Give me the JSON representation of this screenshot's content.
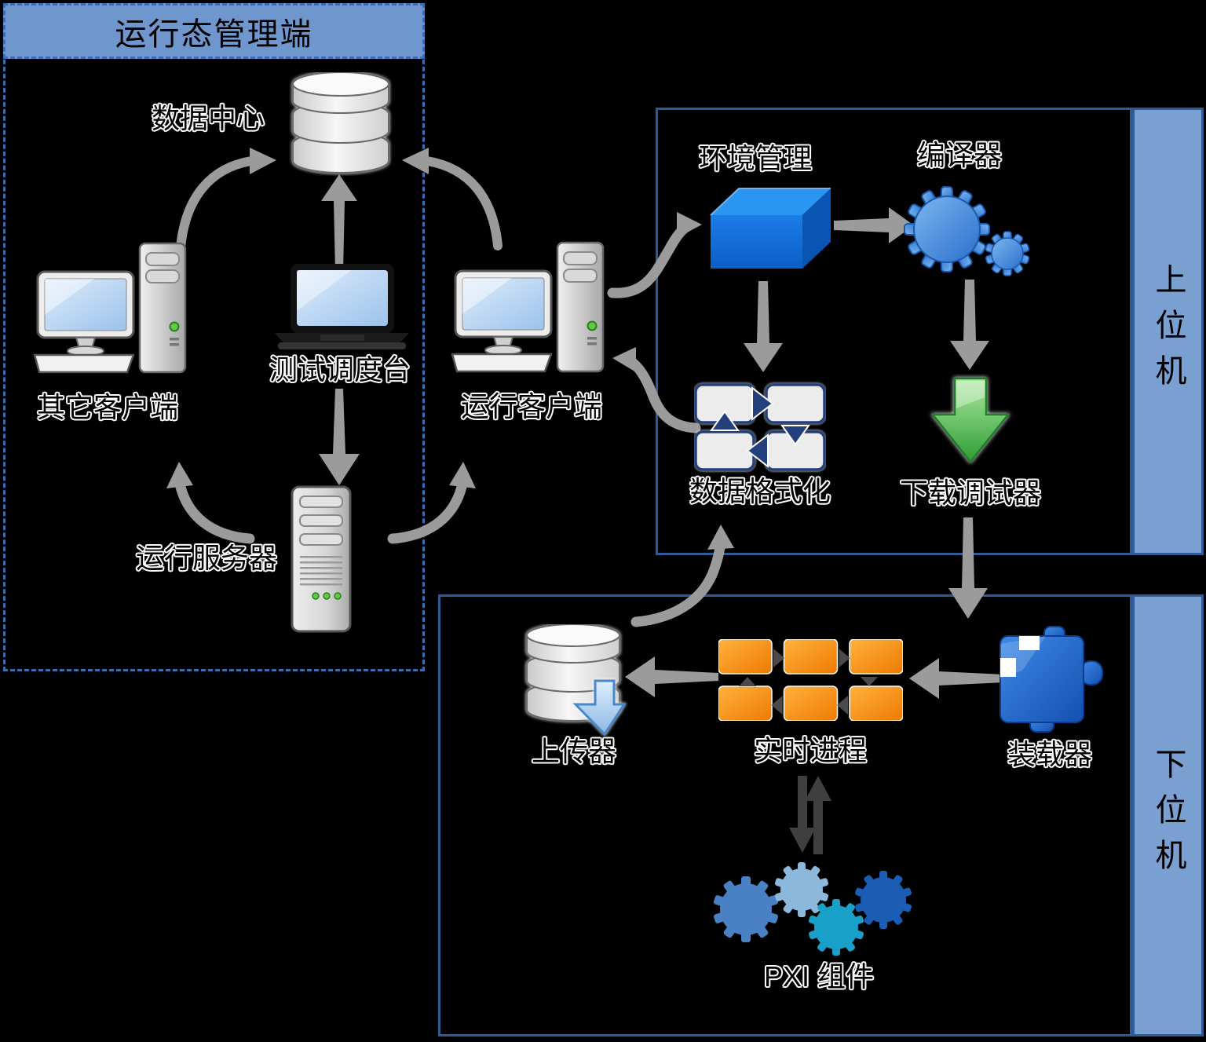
{
  "diagram": {
    "header": {
      "title": "运行态管理端"
    },
    "sidebars": {
      "upper": "上位机",
      "lower": "下位机"
    },
    "nodes": {
      "data_center": "数据中心",
      "other_client": "其它客户端",
      "test_console": "测试调度台",
      "run_server": "运行服务器",
      "run_client": "运行客户端",
      "env_mgmt": "环境管理",
      "compiler": "编译器",
      "data_fmt": "数据格式化",
      "downloader": "下载调试器",
      "uploader": "上传器",
      "rt_process": "实时进程",
      "loader": "装载器",
      "pxi": "PXI 组件"
    },
    "icons": {
      "data_center": "database-icon",
      "other_client": "desktop-computer-icon",
      "test_console": "laptop-icon",
      "run_server": "server-tower-icon",
      "run_client": "desktop-computer-icon",
      "env_mgmt": "blue-3d-box-icon",
      "compiler": "gears-icon",
      "data_fmt": "document-cycle-icon",
      "downloader": "green-download-arrow-icon",
      "uploader": "database-upload-icon",
      "rt_process": "process-grid-icon",
      "loader": "puzzle-piece-icon",
      "pxi": "colored-gears-icon"
    },
    "colors": {
      "header_bg": "#6F96CD",
      "sidebar_bg": "#7AA0D2",
      "box_border": "#2E5B97",
      "dashed_border": "#3C6CB4",
      "arrow_gray": "#9B9B9B",
      "cycle_navy": "#24407C",
      "process_orange": "#F08200",
      "download_green": "#3BAA35",
      "env_blue": "#1573E2",
      "loader_blue": "#2268CC",
      "dark_double_arrow": "#3F3F3F",
      "pxi_gear_1": "#4A80C4",
      "pxi_gear_2": "#8CB8DC",
      "pxi_gear_3": "#18A0C8",
      "pxi_gear_4": "#1B5CB4"
    }
  }
}
